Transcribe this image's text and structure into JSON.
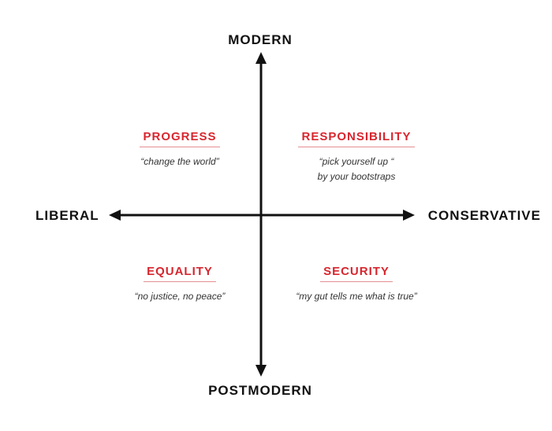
{
  "axes": {
    "top": "MODERN",
    "bottom": "POSTMODERN",
    "left": "LIBERAL",
    "right": "CONSERVATIVE"
  },
  "quadrants": {
    "top_left": {
      "title": "PROGRESS",
      "quote": "“change the world”"
    },
    "top_right": {
      "title": "RESPONSIBILITY",
      "quote": "“pick yourself up “\nby your bootstraps"
    },
    "bottom_left": {
      "title": "EQUALITY",
      "quote": "“no justice, no peace”"
    },
    "bottom_right": {
      "title": "SECURITY",
      "quote": "“my gut tells me what is true”"
    }
  },
  "colors": {
    "axis": "#111111",
    "accent": "#d7262e",
    "quote": "#333333"
  }
}
